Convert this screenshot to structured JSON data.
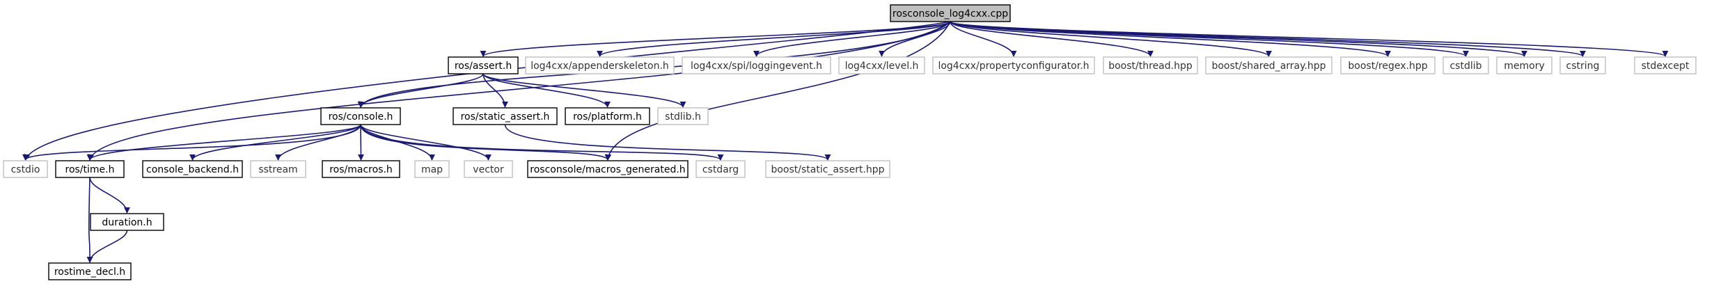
{
  "graph": {
    "root": "rosconsole_log4cxx.cpp",
    "nodes": [
      {
        "id": "root",
        "label": "rosconsole_log4cxx.cpp",
        "kind": "main"
      },
      {
        "id": "assert",
        "label": "ros/assert.h",
        "kind": "documented"
      },
      {
        "id": "appender",
        "label": "log4cxx/appenderskeleton.h",
        "kind": "external"
      },
      {
        "id": "logevent",
        "label": "log4cxx/spi/loggingevent.h",
        "kind": "external"
      },
      {
        "id": "level",
        "label": "log4cxx/level.h",
        "kind": "external"
      },
      {
        "id": "propconf",
        "label": "log4cxx/propertyconfigurator.h",
        "kind": "external"
      },
      {
        "id": "thread",
        "label": "boost/thread.hpp",
        "kind": "external"
      },
      {
        "id": "sharedarr",
        "label": "boost/shared_array.hpp",
        "kind": "external"
      },
      {
        "id": "regex",
        "label": "boost/regex.hpp",
        "kind": "external"
      },
      {
        "id": "cstdlib",
        "label": "cstdlib",
        "kind": "external"
      },
      {
        "id": "memory",
        "label": "memory",
        "kind": "external"
      },
      {
        "id": "cstring",
        "label": "cstring",
        "kind": "external"
      },
      {
        "id": "stdexcept",
        "label": "stdexcept",
        "kind": "external"
      },
      {
        "id": "console",
        "label": "ros/console.h",
        "kind": "documented"
      },
      {
        "id": "staticassert",
        "label": "ros/static_assert.h",
        "kind": "documented"
      },
      {
        "id": "platform",
        "label": "ros/platform.h",
        "kind": "documented"
      },
      {
        "id": "stdlib",
        "label": "stdlib.h",
        "kind": "external"
      },
      {
        "id": "cstdio",
        "label": "cstdio",
        "kind": "external"
      },
      {
        "id": "time",
        "label": "ros/time.h",
        "kind": "documented"
      },
      {
        "id": "backend",
        "label": "console_backend.h",
        "kind": "documented"
      },
      {
        "id": "sstream",
        "label": "sstream",
        "kind": "external"
      },
      {
        "id": "macros",
        "label": "ros/macros.h",
        "kind": "documented"
      },
      {
        "id": "map",
        "label": "map",
        "kind": "external"
      },
      {
        "id": "vector",
        "label": "vector",
        "kind": "external"
      },
      {
        "id": "macrosgen",
        "label": "rosconsole/macros_generated.h",
        "kind": "documented"
      },
      {
        "id": "cstdarg",
        "label": "cstdarg",
        "kind": "external"
      },
      {
        "id": "boostsa",
        "label": "boost/static_assert.hpp",
        "kind": "external"
      },
      {
        "id": "duration",
        "label": "duration.h",
        "kind": "documented"
      },
      {
        "id": "rostimedecl",
        "label": "rostime_decl.h",
        "kind": "documented"
      }
    ],
    "edges": [
      [
        "root",
        "assert"
      ],
      [
        "root",
        "appender"
      ],
      [
        "root",
        "logevent"
      ],
      [
        "root",
        "level"
      ],
      [
        "root",
        "propconf"
      ],
      [
        "root",
        "thread"
      ],
      [
        "root",
        "sharedarr"
      ],
      [
        "root",
        "regex"
      ],
      [
        "root",
        "cstdlib"
      ],
      [
        "root",
        "memory"
      ],
      [
        "root",
        "cstring"
      ],
      [
        "root",
        "stdexcept"
      ],
      [
        "root",
        "console"
      ],
      [
        "root",
        "cstdio"
      ],
      [
        "root",
        "time"
      ],
      [
        "root",
        "macrosgen"
      ],
      [
        "assert",
        "console"
      ],
      [
        "assert",
        "staticassert"
      ],
      [
        "assert",
        "platform"
      ],
      [
        "assert",
        "stdlib"
      ],
      [
        "console",
        "cstdio"
      ],
      [
        "console",
        "time"
      ],
      [
        "console",
        "backend"
      ],
      [
        "console",
        "sstream"
      ],
      [
        "console",
        "macros"
      ],
      [
        "console",
        "map"
      ],
      [
        "console",
        "vector"
      ],
      [
        "console",
        "macrosgen"
      ],
      [
        "console",
        "cstdarg"
      ],
      [
        "staticassert",
        "boostsa"
      ],
      [
        "time",
        "duration"
      ],
      [
        "time",
        "rostimedecl"
      ],
      [
        "duration",
        "rostimedecl"
      ]
    ]
  }
}
